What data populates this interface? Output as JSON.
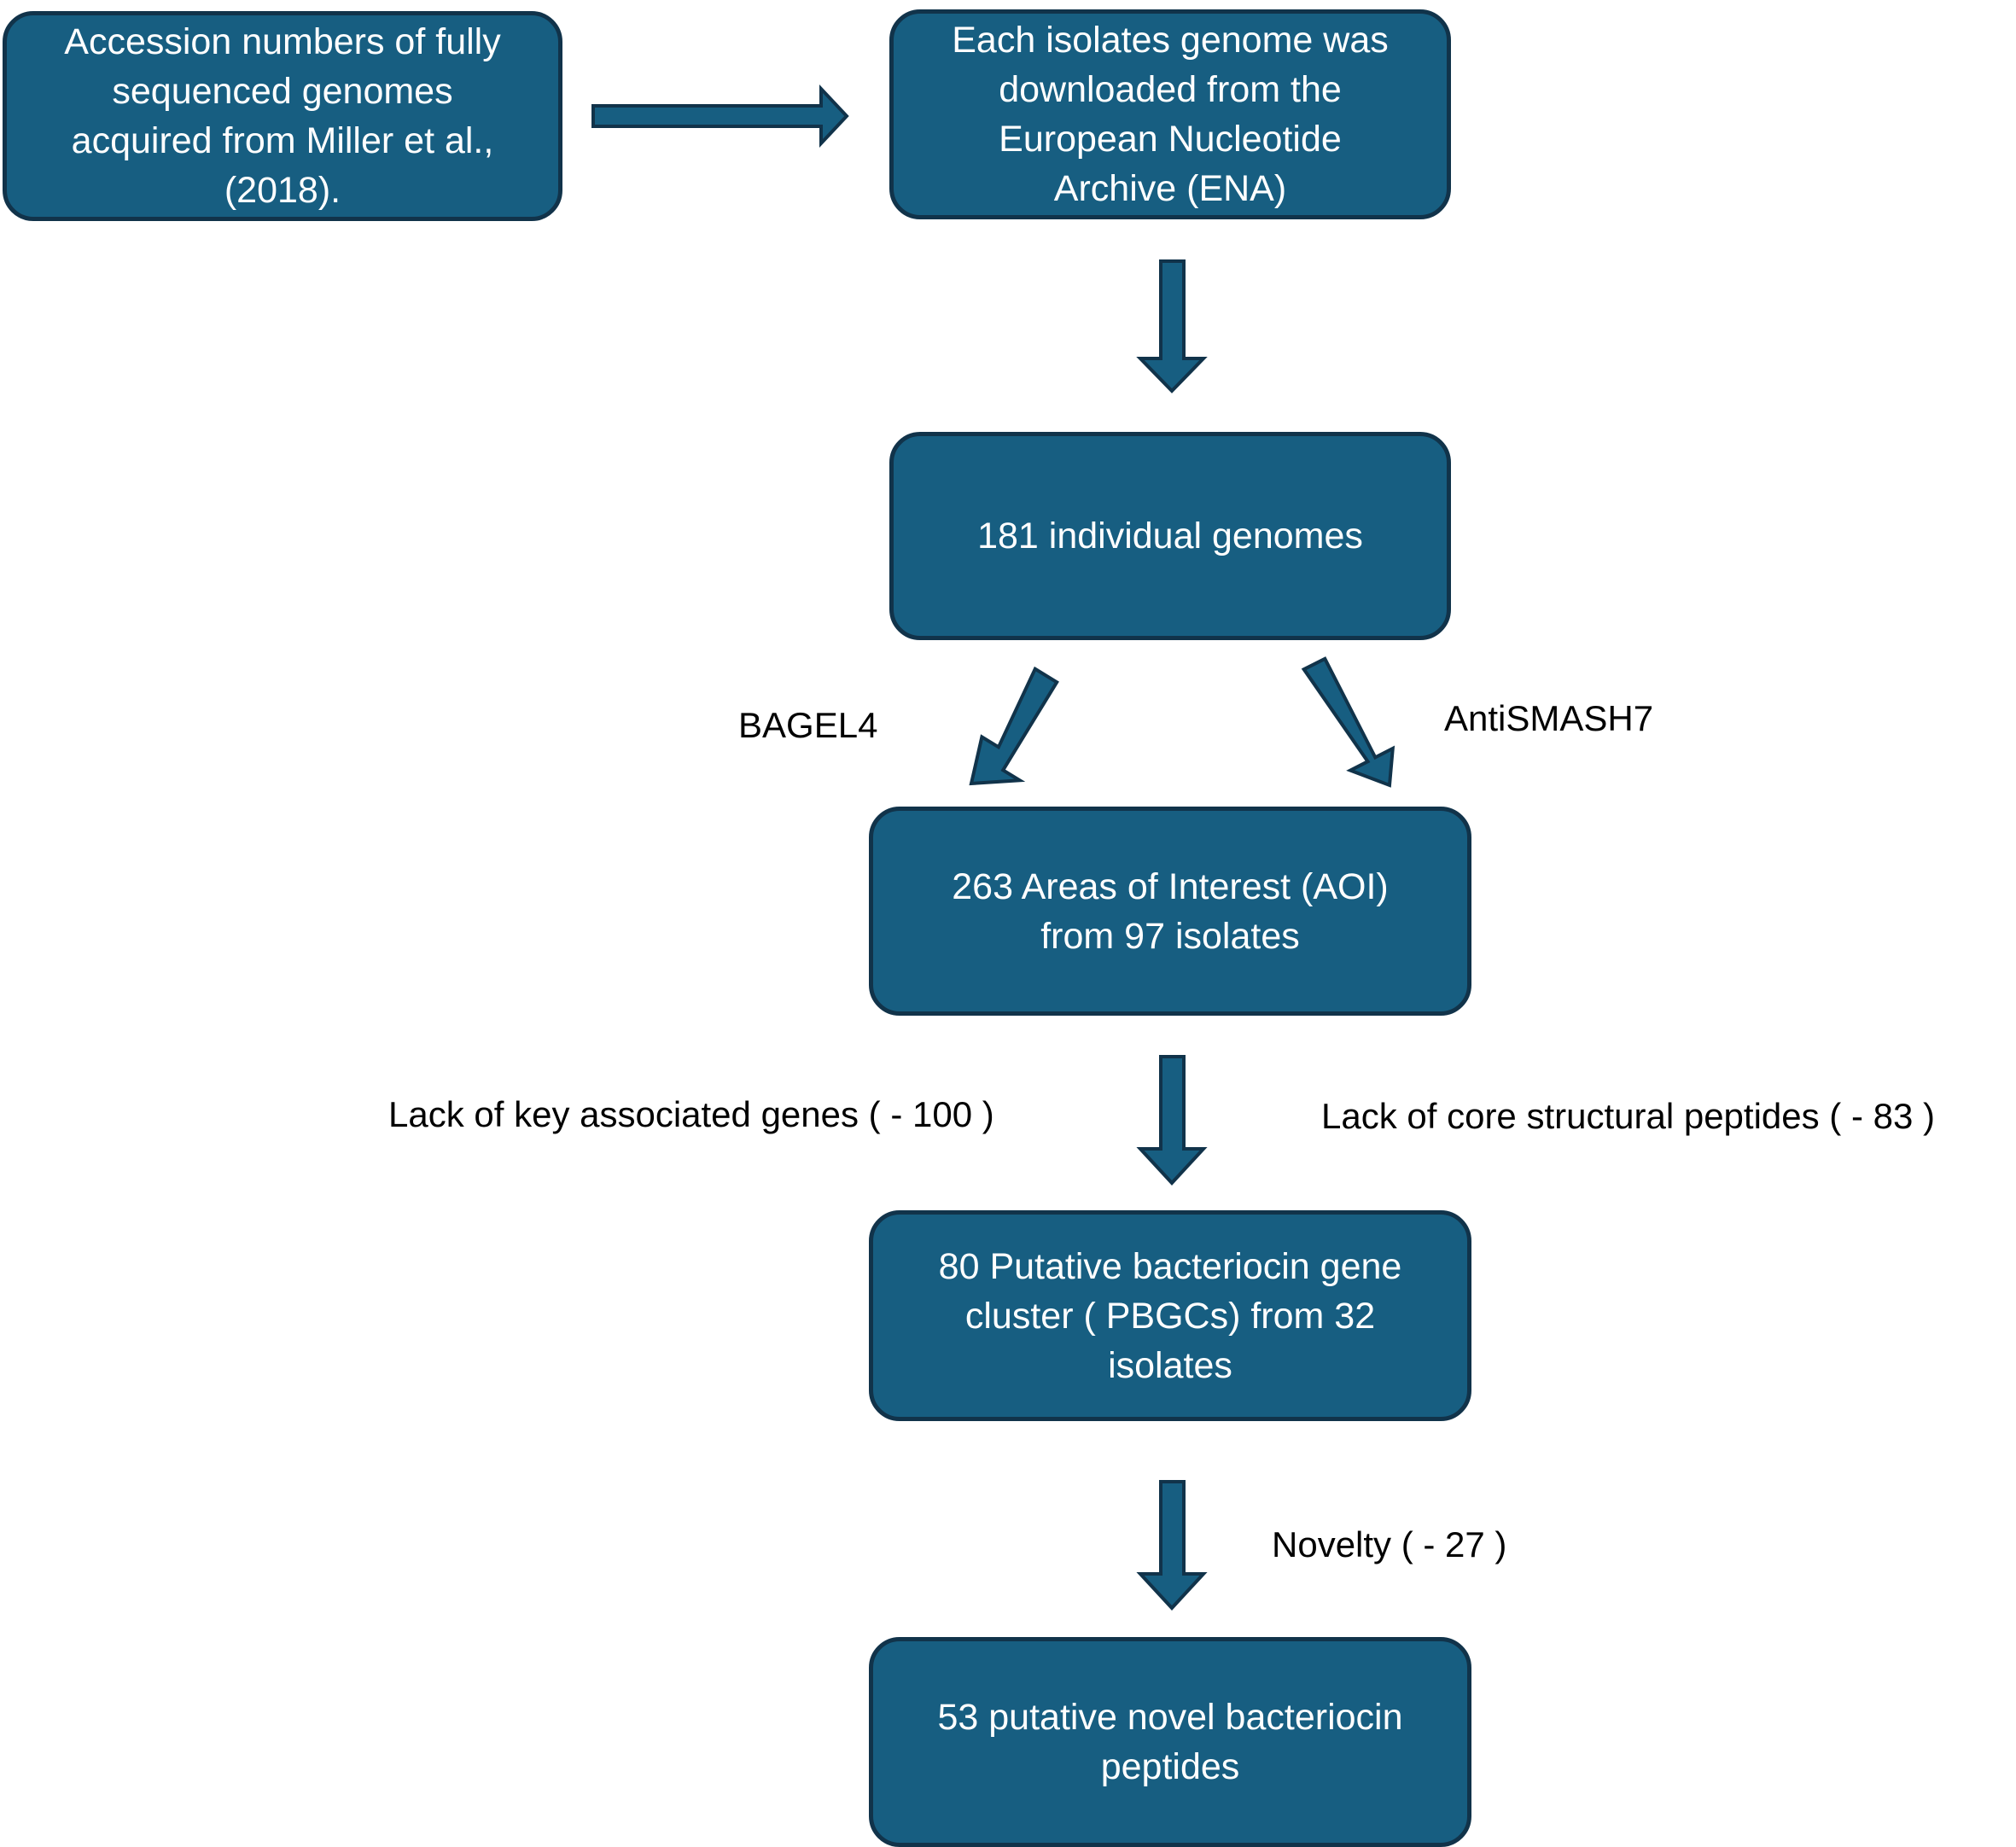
{
  "boxes": {
    "accession": "Accession numbers of fully\nsequenced genomes\nacquired from Miller et al.,\n(2018).",
    "download": "Each isolates genome was\ndownloaded from the\nEuropean Nucleotide\nArchive (ENA)",
    "genomes": "181 individual genomes",
    "aoi": "263 Areas of Interest (AOI)\nfrom 97 isolates",
    "pbgc": "80 Putative bacteriocin gene\ncluster ( PBGCs) from 32\nisolates",
    "novel": "53 putative novel bacteriocin\npeptides"
  },
  "labels": {
    "bagel": "BAGEL4",
    "antismash": "AntiSMASH7",
    "lack_genes": "Lack of key associated genes ( - 100 )",
    "lack_peptides": "Lack of core structural peptides ( - 83 )",
    "novelty": "Novelty ( - 27 )"
  },
  "colors": {
    "box_fill": "#175e81",
    "box_border": "#11334a",
    "box_text": "#ffffff",
    "label_text": "#000000"
  }
}
